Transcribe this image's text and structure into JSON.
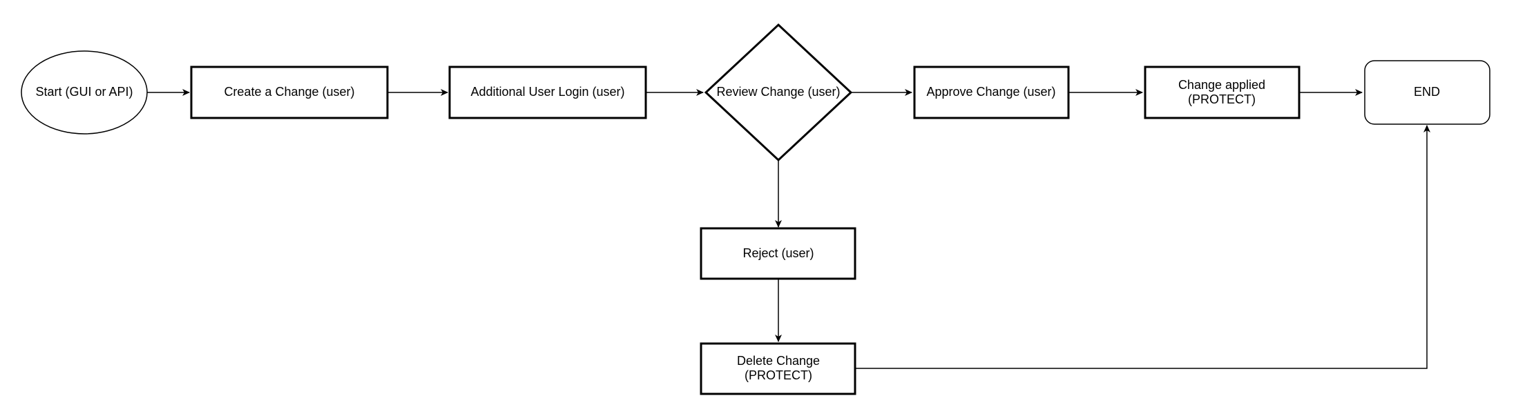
{
  "nodes": {
    "start": {
      "label": "Start (GUI or API)"
    },
    "create_change": {
      "label": "Create a Change (user)"
    },
    "additional_login": {
      "label": "Additional User Login (user)"
    },
    "review_change": {
      "label": "Review Change (user)"
    },
    "approve_change": {
      "label": "Approve Change (user)"
    },
    "change_applied": {
      "line1": "Change applied",
      "line2": "(PROTECT)"
    },
    "end": {
      "label": "END"
    },
    "reject": {
      "label": "Reject (user)"
    },
    "delete_change": {
      "line1": "Delete Change",
      "line2": "(PROTECT)"
    }
  }
}
